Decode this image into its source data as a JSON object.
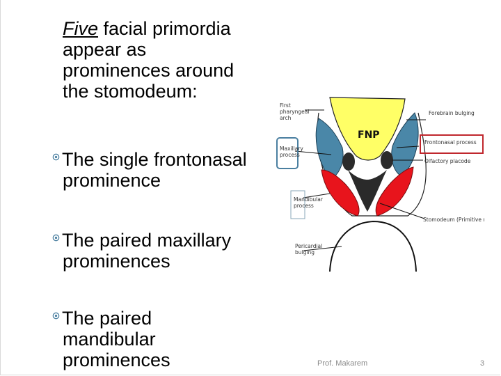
{
  "intro": {
    "emphasis": "Five",
    "line1_rest": " facial primordia",
    "line2": "appear as",
    "line3": "prominences around",
    "line4": "the stomodeum:"
  },
  "bullets": [
    {
      "line1": "The single frontonasal",
      "line2": "prominence"
    },
    {
      "line1": "The paired maxillary",
      "line2": "prominences"
    },
    {
      "line1": "The paired",
      "line2": "mandibular",
      "line3": "prominences"
    }
  ],
  "diagram": {
    "fnp_label": "FNP",
    "labels": {
      "first_arch_1": "First",
      "first_arch_2": "pharyngeal",
      "first_arch_3": "arch",
      "maxillary_1": "Maxillary",
      "maxillary_2": "process",
      "mandibular_1": "Mandibular",
      "mandibular_2": "process",
      "pericardial_1": "Pericardial",
      "pericardial_2": "bulging",
      "forebrain": "Forebrain bulging",
      "frontonasal": "Frontonasal process",
      "olfactory": "Olfactory placode",
      "stomodeum": "Stomodeum (Primitive mouth)"
    },
    "colors": {
      "frontonasal": "#ffff66",
      "maxillary": "#4a87a8",
      "mandibular": "#e8141c",
      "highlight_box_left": "#4a7fa0",
      "highlight_box_right": "#c0272d"
    }
  },
  "footer": {
    "author": "Prof. Makarem",
    "page": "3"
  }
}
